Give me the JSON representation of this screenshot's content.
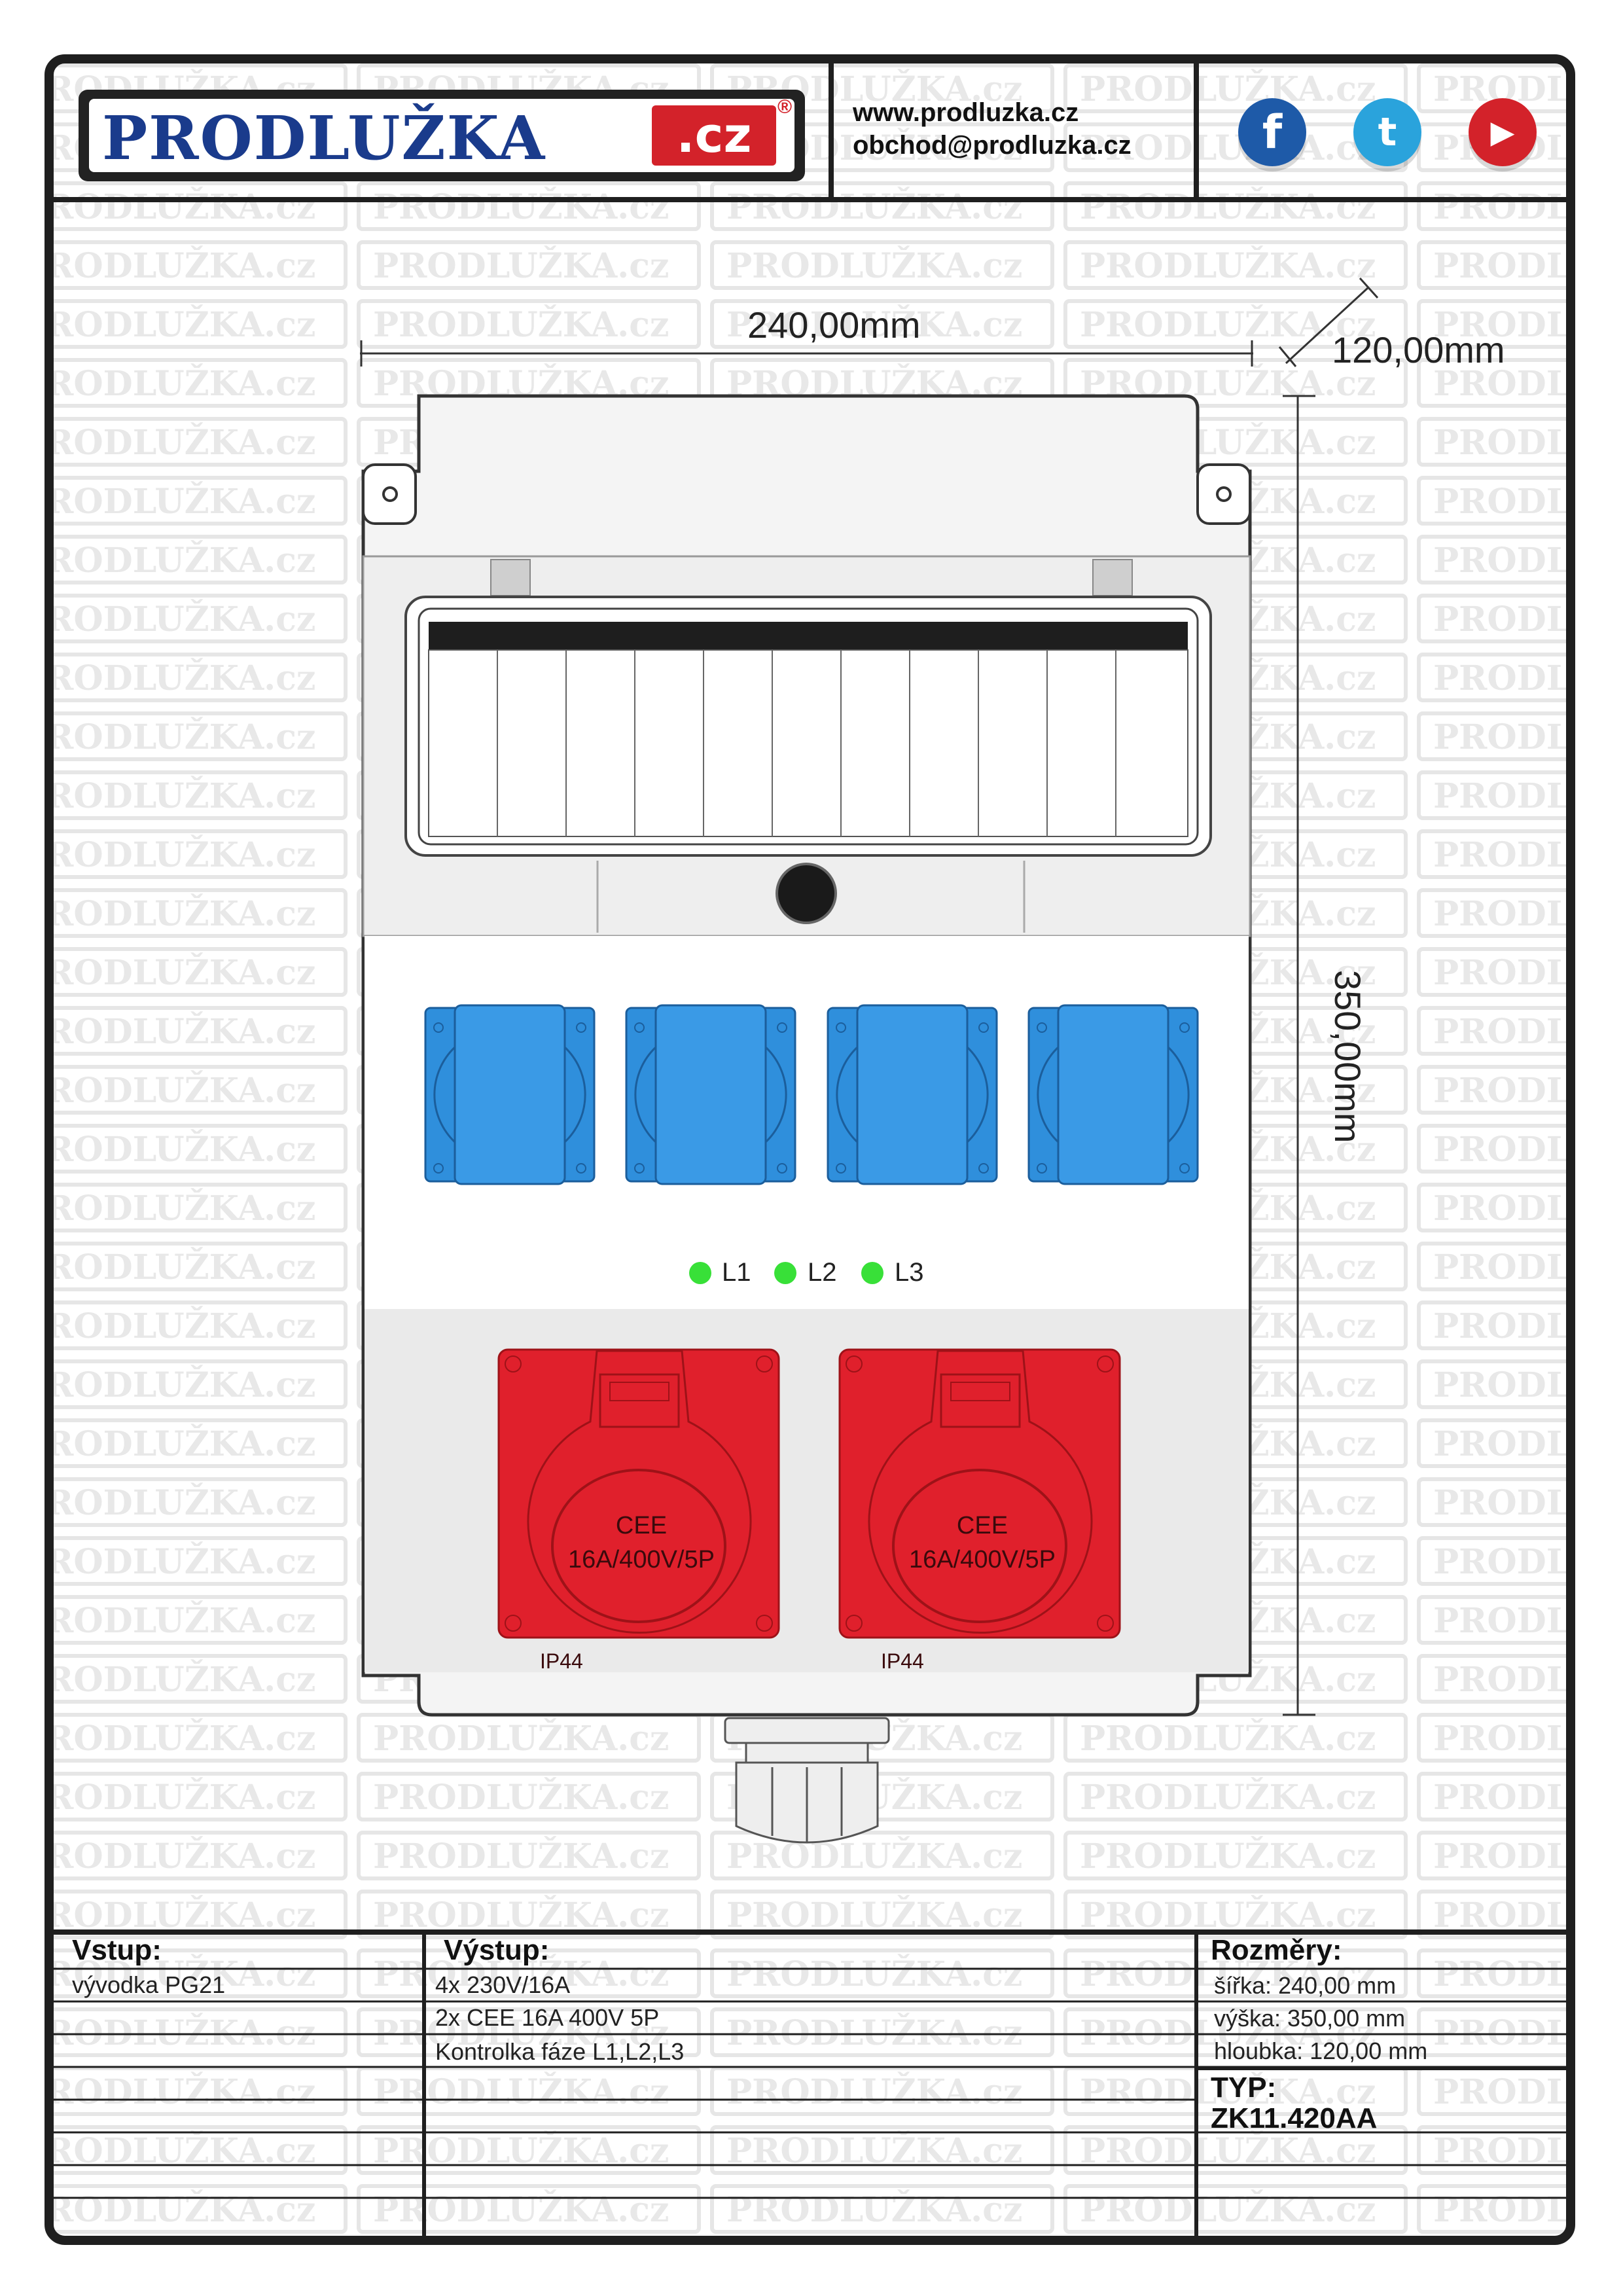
{
  "header": {
    "logo": {
      "brand_text": "PRODLUŽKA",
      "domain_text": ".cz",
      "registered_mark": "®"
    },
    "contact": {
      "website": "www.prodluzka.cz",
      "email": "obchod@prodluzka.cz"
    },
    "social": [
      {
        "icon": "facebook-icon",
        "glyph": "f",
        "color": "#1e5aa8"
      },
      {
        "icon": "twitter-icon",
        "glyph": "t",
        "color": "#2aa3dc"
      },
      {
        "icon": "youtube-icon",
        "glyph": "▶",
        "color": "#d3222a"
      }
    ]
  },
  "drawing": {
    "dimensions": {
      "width": "240,00mm",
      "depth": "120,00mm",
      "height": "350,00mm"
    },
    "colors": {
      "schuko_blue": "#2f8fdc",
      "cee_red": "#e0202c",
      "led_green": "#38e038"
    },
    "sockets_230v": 4,
    "leds": [
      {
        "label": "L1"
      },
      {
        "label": "L2"
      },
      {
        "label": "L3"
      }
    ],
    "cee_sockets": [
      {
        "label": "CEE",
        "rating": "16A/400V/5P",
        "ip": "IP44"
      },
      {
        "label": "CEE",
        "rating": "16A/400V/5P",
        "ip": "IP44"
      }
    ]
  },
  "spec_table": {
    "input": {
      "title": "Vstup:",
      "items": [
        "vývodka PG21"
      ]
    },
    "output": {
      "title": "Výstup:",
      "items": [
        "4x 230V/16A",
        "2x CEE 16A 400V 5P",
        "Kontrolka fáze L1,L2,L3"
      ]
    },
    "dimensions": {
      "title": "Rozměry:",
      "items": [
        "šířka: 240,00 mm",
        "výška: 350,00 mm",
        "hloubka: 120,00 mm"
      ]
    },
    "type": {
      "title": "TYP:",
      "value": "ZK11.420AA"
    }
  }
}
